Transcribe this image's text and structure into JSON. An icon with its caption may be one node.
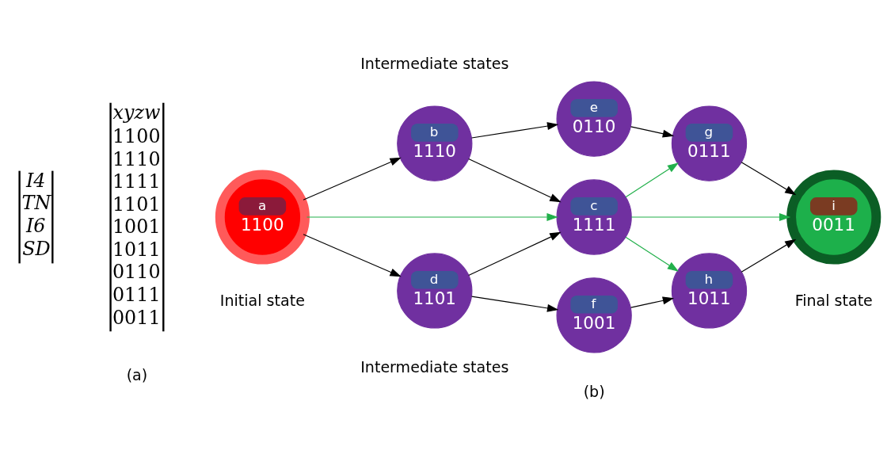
{
  "diagram": {
    "nodes": [
      {
        "text": [
          "a",
          "1100"
        ],
        "beside": [
          "Initial state"
        ]
      },
      {
        "text": [
          "b",
          "1110"
        ]
      },
      {
        "text": [
          "c",
          "1111"
        ]
      },
      {
        "text": [
          "d",
          "1101"
        ]
      },
      {
        "text": [
          "e",
          "0110"
        ]
      },
      {
        "text": [
          "f",
          "1001"
        ]
      },
      {
        "text": [
          "g",
          "0111"
        ]
      },
      {
        "text": [
          "h",
          "1011"
        ]
      },
      {
        "text": [
          "i",
          "0011"
        ],
        "beside": [
          "Final state"
        ]
      }
    ],
    "edges": [
      {
        "from": 0,
        "to": 1,
        "arrow": "to"
      },
      {
        "from": 0,
        "to": 2,
        "arrow": "to",
        "color": "#22b04b"
      },
      {
        "from": 0,
        "to": 3,
        "arrow": "to"
      },
      {
        "from": 1,
        "to": 4,
        "arrow": "to"
      },
      {
        "from": 1,
        "to": 2,
        "arrow": "to"
      },
      {
        "from": 3,
        "to": 2,
        "arrow": "to"
      },
      {
        "from": 3,
        "to": 5,
        "arrow": "to"
      },
      {
        "from": 4,
        "to": 6,
        "arrow": "to"
      },
      {
        "from": 5,
        "to": 7,
        "arrow": "to"
      },
      {
        "from": 2,
        "to": 6,
        "arrow": "to",
        "color": "#22b04b"
      },
      {
        "from": 2,
        "to": 8,
        "arrow": "to",
        "color": "#22b04b"
      },
      {
        "from": 2,
        "to": 7,
        "arrow": "to",
        "color": "#22b04b"
      },
      {
        "from": 6,
        "to": 8,
        "arrow": "to"
      },
      {
        "from": 7,
        "to": 8,
        "arrow": "to"
      }
    ],
    "labels": [
      "I4",
      "TN",
      "I6",
      "SD",
      "xyzw",
      "1100",
      "1110",
      "1111",
      "1101",
      "1001",
      "1011",
      "0110",
      "0111",
      "0011",
      "(a)",
      "Intermediate states",
      "Intermediate states",
      "(b)"
    ]
  }
}
